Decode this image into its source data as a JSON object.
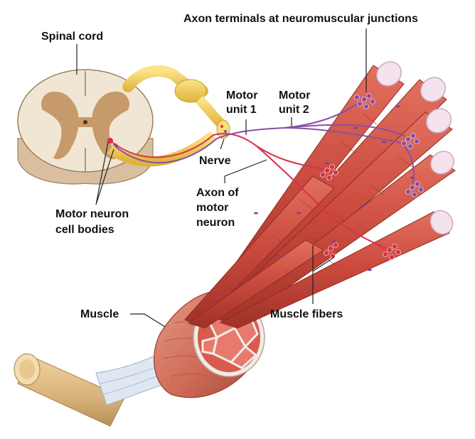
{
  "labels": {
    "axon_terminals": "Axon terminals at neuromuscular junctions",
    "spinal_cord": "Spinal cord",
    "motor_unit_1_line1": "Motor",
    "motor_unit_1_line2": "unit 1",
    "motor_unit_2_line1": "Motor",
    "motor_unit_2_line2": "unit 2",
    "nerve": "Nerve",
    "axon_line1": "Axon of",
    "axon_line2": "motor",
    "axon_line3": "neuron",
    "cell_bodies_line1": "Motor neuron",
    "cell_bodies_line2": "cell bodies",
    "muscle": "Muscle",
    "muscle_fibers": "Muscle fibers"
  },
  "colors": {
    "motor_unit_1": "#d9304a",
    "motor_unit_2": "#8a4fa3",
    "muscle": "#c9483c",
    "nerve_sheath": "#f2c94c",
    "spinal_white_matter": "#f1e6d4",
    "spinal_gray_matter": "#c79a6b",
    "bone": "#d8b27a"
  }
}
